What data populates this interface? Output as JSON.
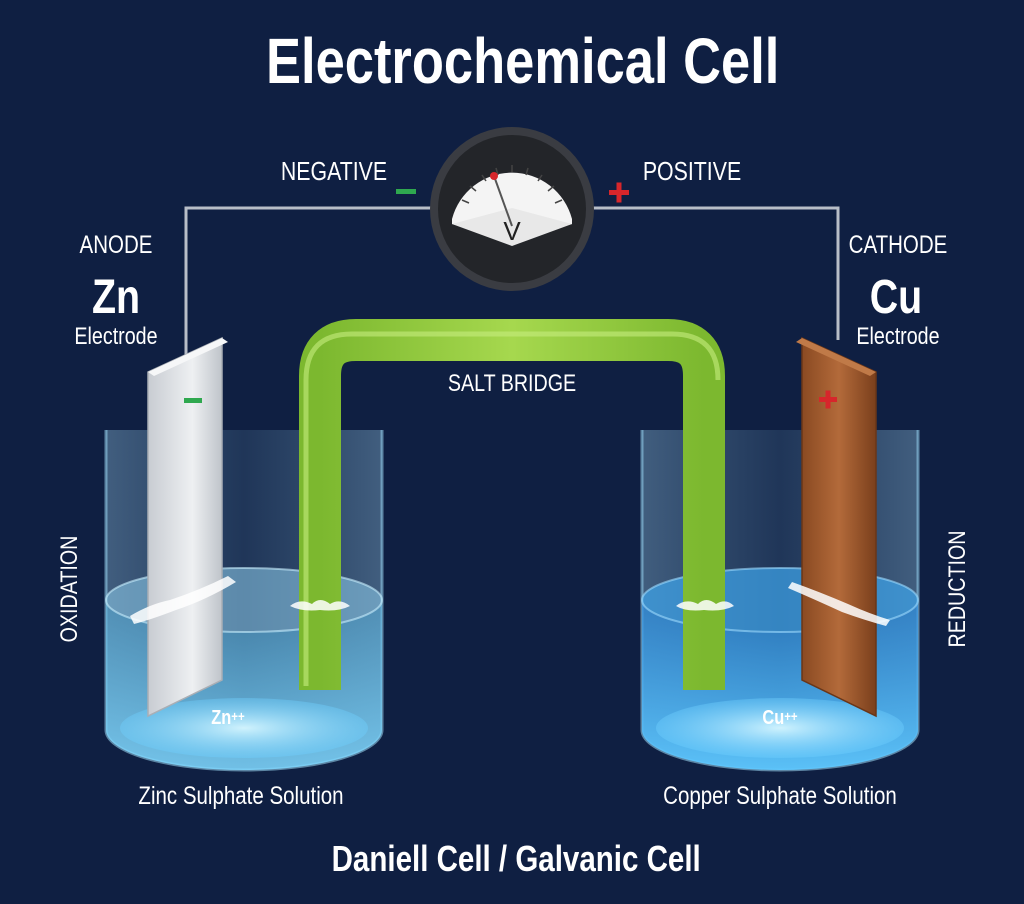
{
  "title": "Electrochemical Cell",
  "footer": "Daniell Cell / Galvanic Cell",
  "voltmeter": {
    "symbol": "V"
  },
  "terminals": {
    "negative": {
      "label": "NEGATIVE",
      "sign": "−"
    },
    "positive": {
      "label": "POSITIVE",
      "sign": "+"
    }
  },
  "salt_bridge": {
    "label": "SALT BRIDGE"
  },
  "left_cell": {
    "role": "ANODE",
    "symbol": "Zn",
    "electrode_label": "Electrode",
    "electrode_sign": "−",
    "process": "OXIDATION",
    "ion": "Zn",
    "ion_charge": "++",
    "solution": "Zinc Sulphate Solution"
  },
  "right_cell": {
    "role": "CATHODE",
    "symbol": "Cu",
    "electrode_label": "Electrode",
    "electrode_sign": "+",
    "process": "REDUCTION",
    "ion": "Cu",
    "ion_charge": "++",
    "solution": "Copper Sulphate Solution"
  },
  "colors": {
    "background": "#0f1f42",
    "salt_bridge": "#8dc63f",
    "zinc_electrode": "#d9dce0",
    "copper_electrode": "#a0522d",
    "negative_sign": "#2fa84f",
    "positive_sign": "#d7262b",
    "solution": "#4fc3f7",
    "wire": "#b8bec8"
  }
}
